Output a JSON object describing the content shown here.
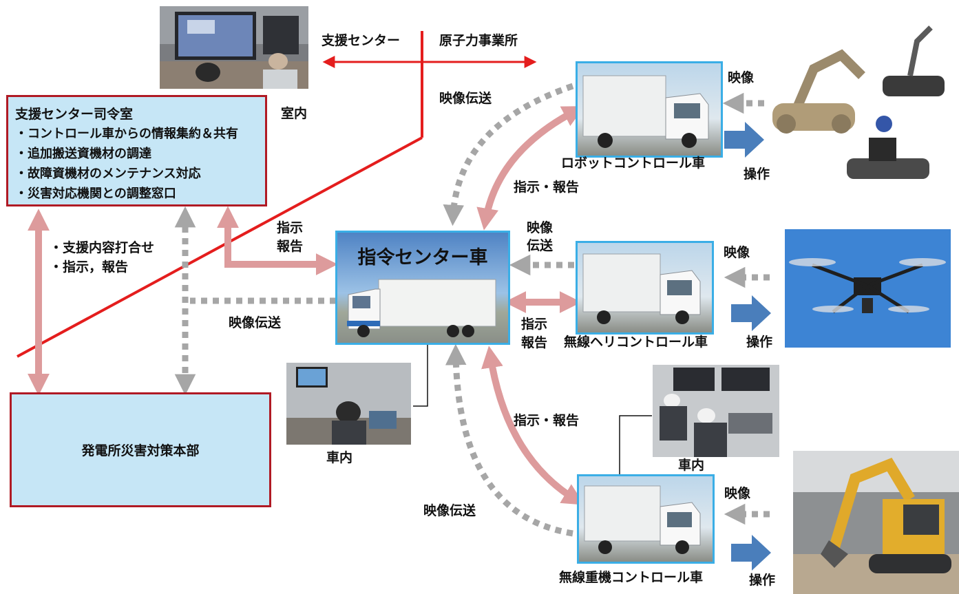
{
  "boundary": {
    "left": "支援センター",
    "right": "原子力事業所"
  },
  "support_hq": {
    "title": "支援センター司令室",
    "items": [
      "・コントロール車からの情報集約＆共有",
      "・追加搬送資機材の調達",
      "・故障資機材のメンテナンス対応",
      "・災害対応機関との調整窓口"
    ]
  },
  "plant_hq": {
    "label": "発電所災害対策本部"
  },
  "command_vehicle": {
    "label": "指令センター車"
  },
  "vehicles": [
    {
      "label": "ロボットコントロール車"
    },
    {
      "label": "無線ヘリコントロール車"
    },
    {
      "label": "無線重機コントロール車"
    }
  ],
  "labels": {
    "indoor": "室内",
    "in_vehicle_1": "車内",
    "in_vehicle_2": "車内",
    "consult_1": "・支援内容打合せ",
    "consult_2": "・指示，報告",
    "instruct_1": "指示",
    "report_1": "報告",
    "video_tx_center": "映像伝送",
    "video_tx_top": "映像伝送",
    "video_tx_bottom": "映像伝送",
    "instruct_report_top": "指示・報告",
    "instruct_report_bottom": "指示・報告",
    "video_tx_mid_1": "映像",
    "video_tx_mid_2": "伝送",
    "instruct_mid": "指示",
    "report_mid": "報告",
    "video_robot": "映像",
    "op_robot": "操作",
    "video_drone": "映像",
    "op_drone": "操作",
    "video_machine": "映像",
    "op_machine": "操作"
  },
  "colors": {
    "boundary_line": "#e41d1d",
    "hq_border": "#b01a24",
    "hq_fill": "#c6e6f6",
    "pink_arrow": "#dd9b9c",
    "gray_dash": "#a6a6a6",
    "blue_arrow": "#4a7ebb",
    "photo_frame": "#3aaee6"
  }
}
